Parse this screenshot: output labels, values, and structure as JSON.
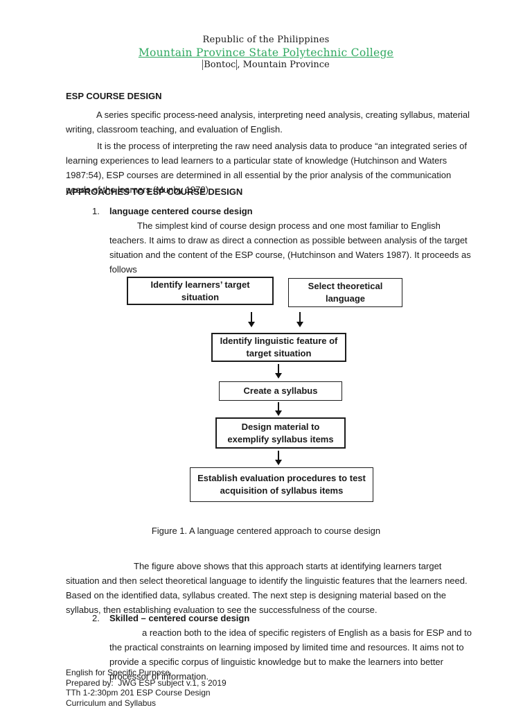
{
  "theme": {
    "link_green": "#2FA860",
    "text_color": "#1A1A1A"
  },
  "header": {
    "country_line": "Republic of the Philippines",
    "college_name": "Mountain Province State Polytechnic College",
    "location_selected": "Bontoc",
    "location_rest": ", Mountain Province"
  },
  "sections": {
    "title1": "ESP COURSE DESIGN",
    "para1": "A series specific process-need analysis, interpreting need analysis, creating syllabus, material writing, classroom teaching, and evaluation of English.",
    "para2": "It is the process of interpreting the raw need analysis data to produce “an integrated series of learning experiences to lead learners to a particular state of knowledge (Hutchinson and Waters 1987:54), ESP courses are determined in all essential by the prior analysis of the communication needs of the learners (Munby 1978)",
    "title2": "APPROACHES TO ESP COURSE DESIGN",
    "item1_number": "1.",
    "item1_heading": "language centered course design",
    "item1_text": "The simplest kind of course design process and one most familiar to English teachers. It aims to draw as direct a connection as possible between analysis of the target situation and the content of the ESP course, (Hutchinson and Waters 1987). It proceeds as follows",
    "figure_caption": "Figure 1. A language centered approach to course design",
    "para3": "The figure above shows that this approach starts at identifying learners target situation and then select theoretical language to identify the linguistic features that the learners need. Based on the identified data, syllabus created. The next step is designing material based on the syllabus, then establishing evaluation to see the successfulness of the course.",
    "item2_number": "2.",
    "item2_heading": "Skilled – centered course design",
    "item2_text": "a reaction both to the idea of specific registers of English as a basis for ESP and to the practical constraints on learning imposed by limited time and resources. It aims not to provide a specific corpus of linguistic knowledge but to make the learners into better processor of information."
  },
  "flowchart": {
    "boxes": [
      {
        "label": "Identify learners’ target situation"
      },
      {
        "label": "Select theoretical language"
      },
      {
        "label": "Identify linguistic feature of target situation"
      },
      {
        "label": "Create a syllabus"
      },
      {
        "label": "Design material to exemplify syllabus items"
      },
      {
        "label": "Establish evaluation procedures to test acquisition of syllabus items"
      }
    ]
  },
  "footer": {
    "lines": [
      "English for Specific Purpose",
      "Prepared by:  JWG ESP subject v.1, s 2019",
      "TTh 1-2:30pm 201 ESP Course Design",
      "Curriculum and Syllabus"
    ]
  }
}
